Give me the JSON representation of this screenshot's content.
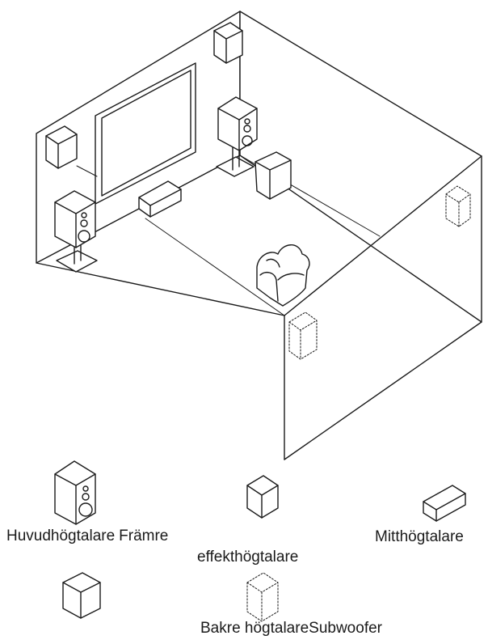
{
  "legend": {
    "main_speaker": "Huvudhögtalare",
    "front_effect_part1": "Främre",
    "front_effect_part2": "effekthögtalare",
    "center_speaker": "Mitthögtalare",
    "rear_speaker": "Bakre högtalare",
    "subwoofer": "Subwoofer"
  },
  "icons": {
    "main_speaker": "floor-speaker-icon",
    "front_effect": "cube-speaker-icon",
    "center": "center-speaker-icon",
    "rear": "rear-speaker-icon",
    "subwoofer": "subwoofer-icon"
  },
  "colors": {
    "line": "#1a1a1a",
    "background": "#ffffff"
  }
}
